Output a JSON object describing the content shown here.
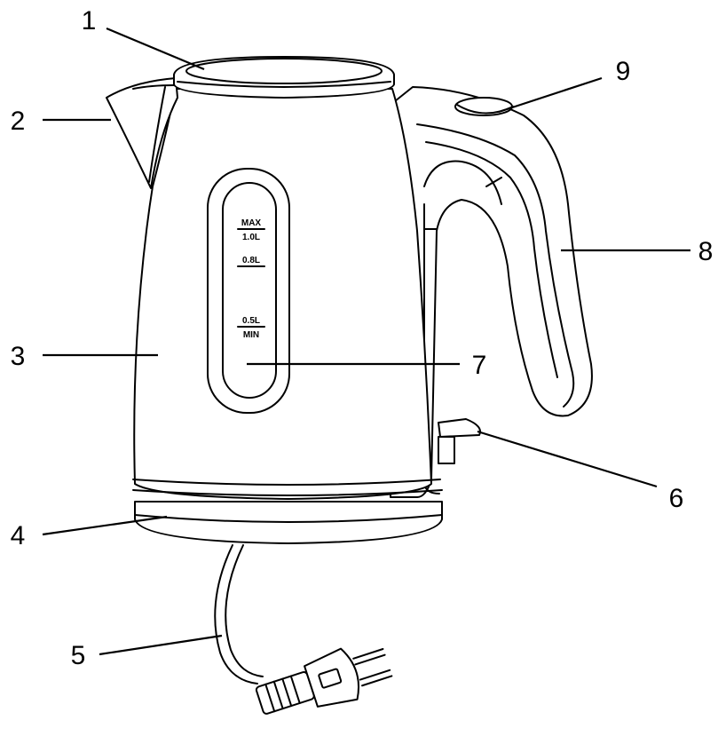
{
  "callouts": [
    {
      "number": "1",
      "part": ""
    },
    {
      "number": "2",
      "part": ""
    },
    {
      "number": "3",
      "part": ""
    },
    {
      "number": "4",
      "part": ""
    },
    {
      "number": "5",
      "part": ""
    },
    {
      "number": "6",
      "part": ""
    },
    {
      "number": "7",
      "part": ""
    },
    {
      "number": "8",
      "part": ""
    },
    {
      "number": "9",
      "part": ""
    }
  ],
  "water_window": {
    "max_label": "MAX",
    "max_volume": "1.0L",
    "mid_volume": "0.8L",
    "min_volume": "0.5L",
    "min_label": "MIN"
  }
}
